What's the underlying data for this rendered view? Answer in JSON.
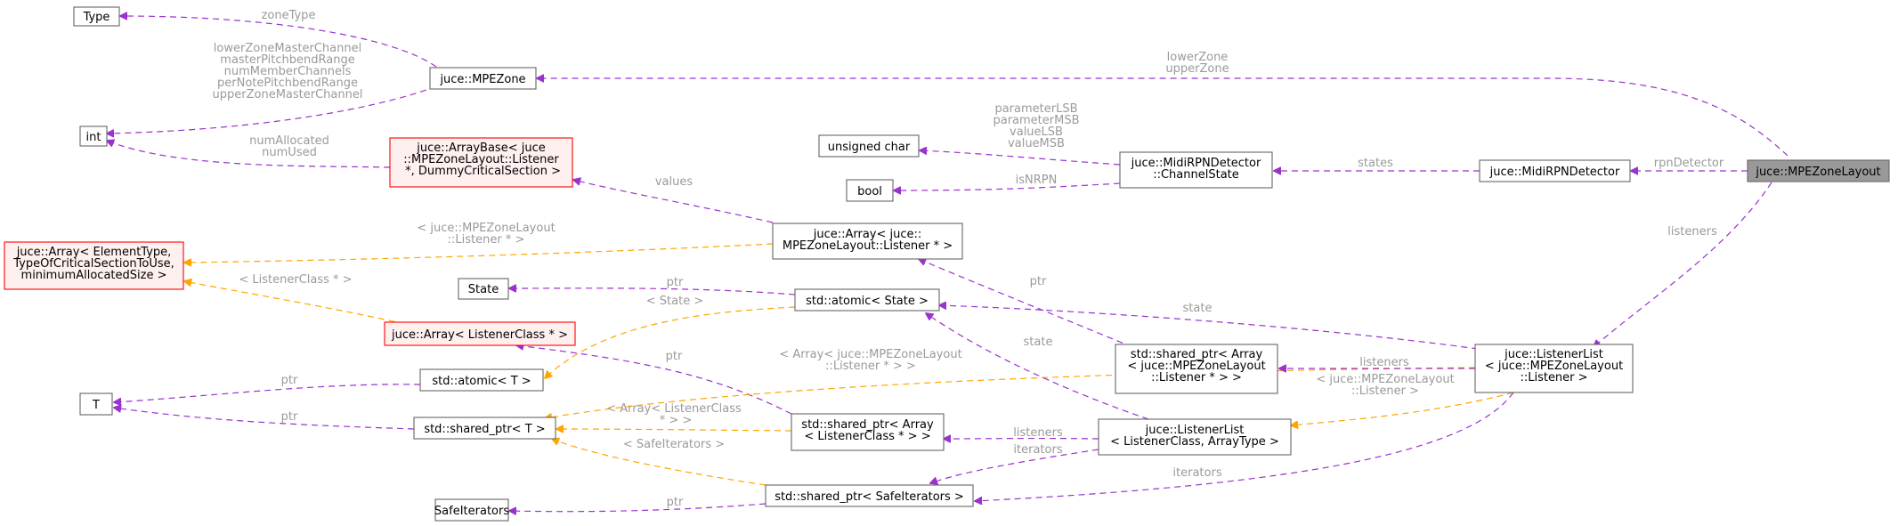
{
  "nodes": {
    "type": "Type",
    "int": "int",
    "mpezone": "juce::MPEZone",
    "arraybase": [
      "juce::ArrayBase< juce",
      "::MPEZoneLayout::Listener",
      " *, DummyCriticalSection >"
    ],
    "array_generic": [
      "juce::Array< ElementType,",
      "TypeOfCriticalSectionToUse,",
      "minimumAllocatedSize >"
    ],
    "array_listenerclass": "juce::Array< ListenerClass * >",
    "state": "State",
    "t": "T",
    "atomic_t": "std::atomic< T >",
    "shared_t": "std::shared_ptr< T >",
    "safeiterators": "SafeIterators",
    "unsigned_char": "unsigned char",
    "bool": "bool",
    "array_listener": [
      "juce::Array< juce::",
      "MPEZoneLayout::Listener * >"
    ],
    "atomic_state": "std::atomic< State >",
    "shared_array_lc": [
      "std::shared_ptr< Array",
      "< ListenerClass * > >"
    ],
    "shared_safeiter": "std::shared_ptr< SafeIterators >",
    "channelstate": [
      "juce::MidiRPNDetector",
      "::ChannelState"
    ],
    "shared_array_mpe": [
      "std::shared_ptr< Array",
      "< juce::MPEZoneLayout",
      "::Listener * > >"
    ],
    "listenerlist_generic": [
      "juce::ListenerList",
      "< ListenerClass, ArrayType >"
    ],
    "rpndetector": "juce::MidiRPNDetector",
    "listenerlist_mpe": [
      "juce::ListenerList",
      "< juce::MPEZoneLayout",
      "::Listener >"
    ],
    "mpezonelayout": "juce::MPEZoneLayout"
  },
  "edge_labels": {
    "zoneType": "zoneType",
    "mpezone_int": [
      "lowerZoneMasterChannel",
      "masterPitchbendRange",
      "numMemberChannels",
      "perNotePitchbendRange",
      "upperZoneMasterChannel"
    ],
    "arraybase_int": [
      "numAllocated",
      "numUsed"
    ],
    "lower_upper": [
      "lowerZone",
      "upperZone"
    ],
    "values": "values",
    "tmpl_mpe_listener": [
      "< juce::MPEZoneLayout",
      "::Listener * >"
    ],
    "tmpl_listenerclass": "< ListenerClass * >",
    "ptr": "ptr",
    "tmpl_state": "< State >",
    "channel_uchar": [
      "parameterLSB",
      "parameterMSB",
      "valueLSB",
      "valueMSB"
    ],
    "isNRPN": "isNRPN",
    "states": "states",
    "rpnDetector": "rpnDetector",
    "listeners": "listeners",
    "state": "state",
    "tmpl_array_mpe": [
      "< Array< juce::MPEZoneLayout",
      "::Listener * > >"
    ],
    "tmpl_array_lc": [
      "< Array< ListenerClass",
      " * > >"
    ],
    "tmpl_safeiterators": "< SafeIterators >",
    "iterators": "iterators",
    "tmpl_listenerlist_mpe": [
      "< juce::MPEZoneLayout",
      "::Listener >"
    ]
  },
  "colors": {
    "member_edge": "#9a32cd",
    "template_edge": "#ffa500",
    "edge_label": "#9a9a9a",
    "incomplete_node_border": "#ff0000",
    "highlight_node_fill": "#999999"
  }
}
